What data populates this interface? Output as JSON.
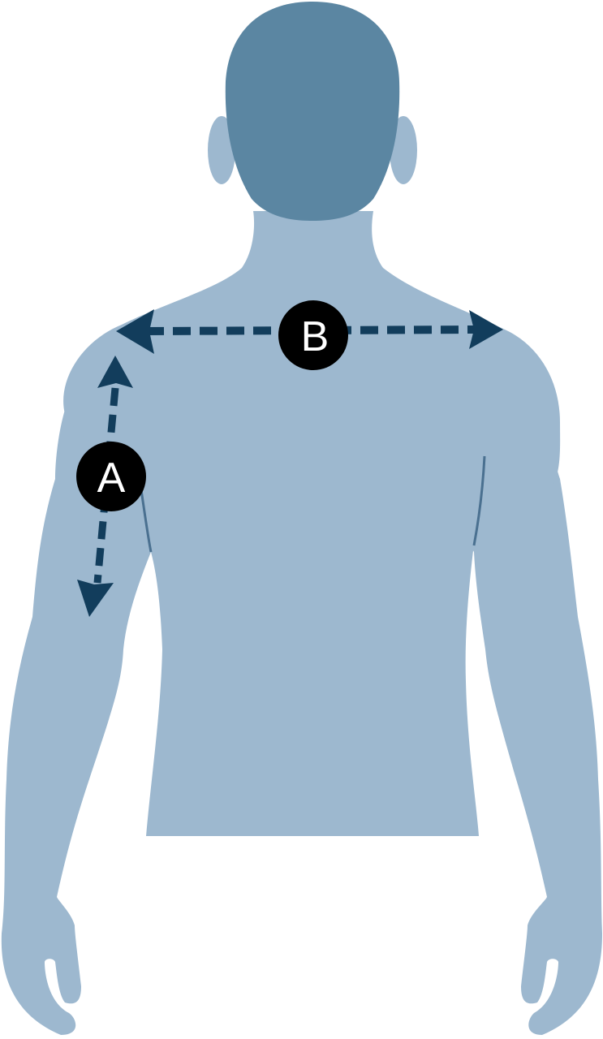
{
  "diagram": {
    "labels": {
      "a": "A",
      "b": "B"
    },
    "colors": {
      "background": "#ffffff",
      "body": "#9db8cf",
      "head": "#5b86a2",
      "contour": "#4a7090",
      "arrow": "#123d5c",
      "badge_fill": "#000000",
      "badge_text": "#ffffff"
    },
    "measurements": [
      {
        "label": "A",
        "direction": "vertical",
        "part": "upper-arm"
      },
      {
        "label": "B",
        "direction": "horizontal",
        "part": "shoulders"
      }
    ]
  }
}
